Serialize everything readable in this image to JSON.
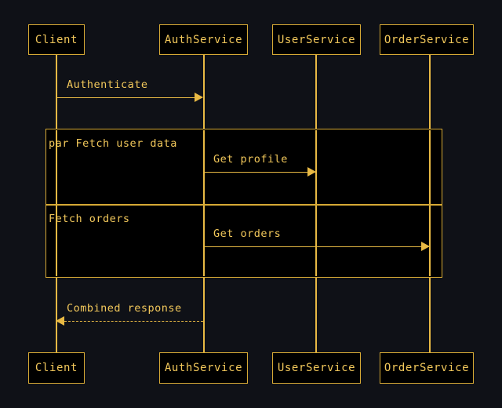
{
  "diagram": {
    "type": "sequence-diagram",
    "colors": {
      "background": "#0f1117",
      "box_fill": "#000000",
      "stroke": "#d6a935",
      "text": "#f2c85b",
      "arrow": "#e8b944"
    },
    "actors": [
      {
        "id": "client",
        "label": "Client"
      },
      {
        "id": "authservice",
        "label": "AuthService"
      },
      {
        "id": "userservice",
        "label": "UserService"
      },
      {
        "id": "orderservice",
        "label": "OrderService"
      }
    ],
    "messages": [
      {
        "id": "authenticate",
        "label": "Authenticate",
        "from": "client",
        "to": "authservice",
        "style": "solid"
      },
      {
        "id": "get-profile",
        "label": "Get profile",
        "from": "authservice",
        "to": "userservice",
        "style": "solid"
      },
      {
        "id": "get-orders",
        "label": "Get orders",
        "from": "authservice",
        "to": "orderservice",
        "style": "solid"
      },
      {
        "id": "combined-response",
        "label": "Combined response",
        "from": "authservice",
        "to": "client",
        "style": "dashed"
      }
    ],
    "fragment": {
      "keyword": "par",
      "header_label": "par Fetch user data",
      "sections": [
        {
          "label": "par Fetch user data"
        },
        {
          "label": "Fetch orders"
        }
      ]
    }
  }
}
